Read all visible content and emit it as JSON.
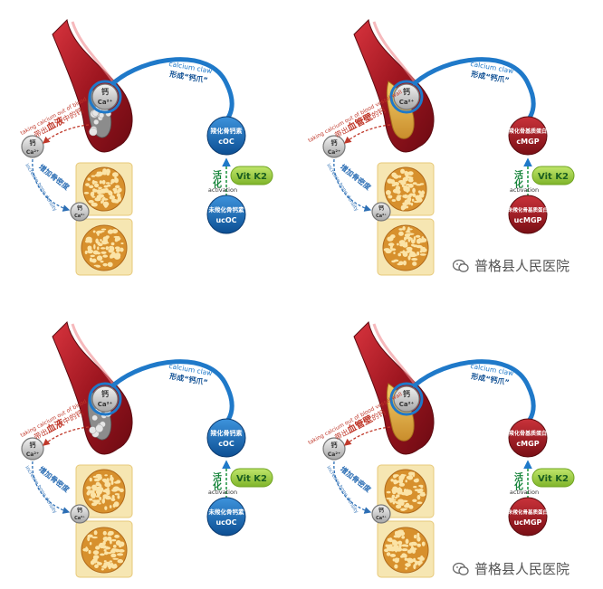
{
  "palette": {
    "blue": "#1f79c9",
    "darkblue": "#0f4f93",
    "red": "#b32026",
    "darkred": "#7d1016",
    "green": "#16843a",
    "lime": "#a6d63e",
    "bone": "#f6e6b2",
    "boneEdge": "#e7c97a",
    "grey": "#8a8a8a"
  },
  "panels": [
    {
      "variant": "osteocalcin",
      "claw": {
        "en": "calcium claw",
        "cn": "形成“钙爪”"
      },
      "ca": {
        "cn": "钙",
        "sym": "Ca²⁺"
      },
      "out": {
        "en": "taking calcium out of blood",
        "cn_a": "带出",
        "cn_b": "血液",
        "cn_c": "中的钙"
      },
      "bone": {
        "cn": "增加骨密度",
        "en": "increase bone density"
      },
      "carboxylated": {
        "cn": "羧化骨钙素",
        "en": "cOC"
      },
      "activation": {
        "cn": "活化",
        "en": "activation"
      },
      "vitk2": "Vit K2",
      "uncarboxylated": {
        "cn": "未羧化骨钙素",
        "en": "ucOC"
      }
    },
    {
      "variant": "mgp",
      "claw": {
        "en": "calcium claw",
        "cn": "形成“钙爪”"
      },
      "ca": {
        "cn": "钙",
        "sym": "Ca²⁺"
      },
      "out": {
        "en": "taking calcium out of blood vessel wall",
        "cn_a": "带出",
        "cn_b": "血管壁",
        "cn_c": "的钙"
      },
      "bone": {
        "cn": "增加骨密度",
        "en": "increase bone density"
      },
      "carboxylated": {
        "cn": "羧化骨基质蛋白",
        "en": "cMGP"
      },
      "activation": {
        "cn": "活化",
        "en": "activation"
      },
      "vitk2": "Vit K2",
      "uncarboxylated": {
        "cn": "未羧化骨基质蛋白",
        "en": "ucMGP"
      }
    },
    {
      "variant": "osteocalcin",
      "claw": {
        "en": "calcium claw",
        "cn": "形成“钙爪”"
      },
      "ca": {
        "cn": "钙",
        "sym": "Ca²⁺"
      },
      "out": {
        "en": "taking calcium out of blood",
        "cn_a": "带出",
        "cn_b": "血液",
        "cn_c": "中的钙"
      },
      "bone": {
        "cn": "增加骨密度",
        "en": "increase bone density"
      },
      "carboxylated": {
        "cn": "羧化骨钙素",
        "en": "cOC"
      },
      "activation": {
        "cn": "活化",
        "en": "activation"
      },
      "vitk2": "Vit K2",
      "uncarboxylated": {
        "cn": "未羧化骨钙素",
        "en": "ucOC"
      }
    },
    {
      "variant": "mgp",
      "claw": {
        "en": "calcium claw",
        "cn": "形成“钙爪”"
      },
      "ca": {
        "cn": "钙",
        "sym": "Ca²⁺"
      },
      "out": {
        "en": "taking calcium out of blood vessel wall",
        "cn_a": "带出",
        "cn_b": "血管壁",
        "cn_c": "的钙"
      },
      "bone": {
        "cn": "增加骨密度",
        "en": "increase bone density"
      },
      "carboxylated": {
        "cn": "羧化骨基质蛋白",
        "en": "cMGP"
      },
      "activation": {
        "cn": "活化",
        "en": "activation"
      },
      "vitk2": "Vit K2",
      "uncarboxylated": {
        "cn": "未羧化骨基质蛋白",
        "en": "ucMGP"
      }
    }
  ],
  "watermark": {
    "text": "普格县人民医院",
    "icon": "wechat-icon"
  }
}
